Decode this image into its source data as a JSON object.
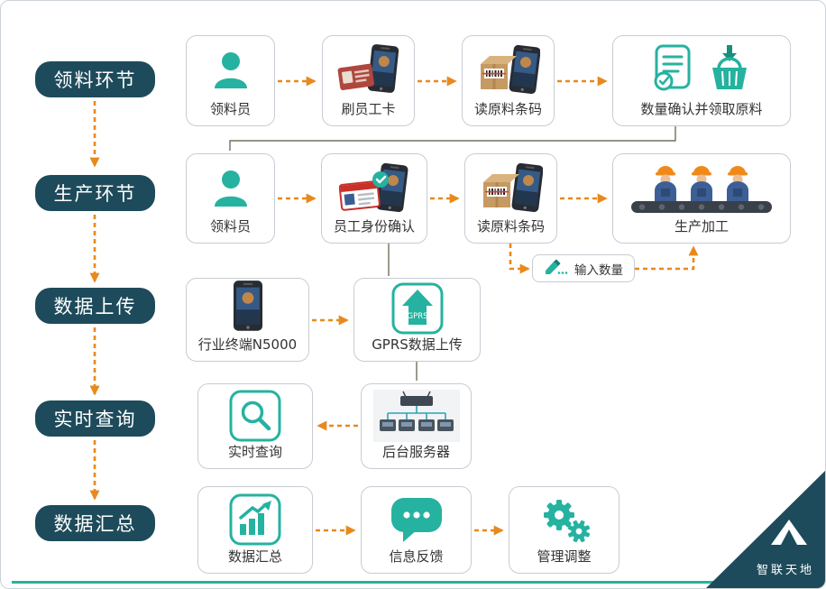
{
  "stages": [
    {
      "label": "领料环节"
    },
    {
      "label": "生产环节"
    },
    {
      "label": "数据上传"
    },
    {
      "label": "实时查询"
    },
    {
      "label": "数据汇总"
    }
  ],
  "nodes": {
    "picker1": {
      "label": "领料员"
    },
    "swipe_card": {
      "label": "刷员工卡"
    },
    "read_barcode1": {
      "label": "读原料条码"
    },
    "confirm_receive": {
      "label": "数量确认并领取原料"
    },
    "picker2": {
      "label": "领料员"
    },
    "identity_confirm": {
      "label": "员工身份确认"
    },
    "read_barcode2": {
      "label": "读原料条码"
    },
    "production": {
      "label": "生产加工"
    },
    "input_quantity": {
      "label": "输入数量"
    },
    "terminal": {
      "label": "行业终端N5000"
    },
    "gprs_upload": {
      "label": "GPRS数据上传",
      "icon_text": "GPRS"
    },
    "realtime_query": {
      "label": "实时查询"
    },
    "server": {
      "label": "后台服务器"
    },
    "data_summary": {
      "label": "数据汇总"
    },
    "feedback": {
      "label": "信息反馈"
    },
    "management_adjust": {
      "label": "管理调整"
    }
  },
  "logo": {
    "brand": "智联天地"
  },
  "colors": {
    "teal": "#26b2a0",
    "dark": "#1e4b5b",
    "orange": "#e8891d",
    "border": "#c7ccd3",
    "connector": "#70705a",
    "text": "#333333"
  }
}
